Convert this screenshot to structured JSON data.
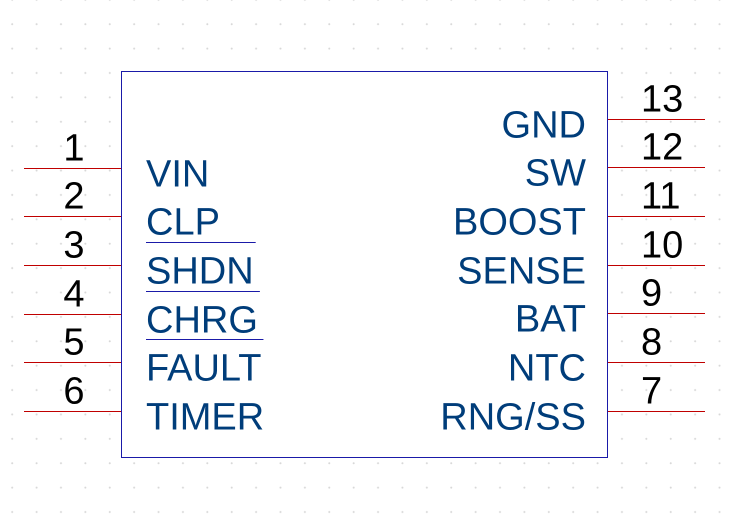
{
  "colors": {
    "body_border": "#1a1aa8",
    "body_fill": "#ffffff",
    "pin_line": "#c00000",
    "pin_label": "#003d7a",
    "pin_number": "#000000",
    "overbar": "#1a1aa8"
  },
  "left_pins": [
    {
      "number": "1",
      "label": "VIN",
      "active_low": false
    },
    {
      "number": "2",
      "label": "CLP",
      "active_low": false
    },
    {
      "number": "3",
      "label": "SHDN",
      "active_low": true
    },
    {
      "number": "4",
      "label": "CHRG",
      "active_low": true
    },
    {
      "number": "5",
      "label": "FAULT",
      "active_low": true
    },
    {
      "number": "6",
      "label": "TIMER",
      "active_low": false
    }
  ],
  "right_pins": [
    {
      "number": "13",
      "label": "GND",
      "active_low": false
    },
    {
      "number": "12",
      "label": "SW",
      "active_low": false
    },
    {
      "number": "11",
      "label": "BOOST",
      "active_low": false
    },
    {
      "number": "10",
      "label": "SENSE",
      "active_low": false
    },
    {
      "number": "9",
      "label": "BAT",
      "active_low": false
    },
    {
      "number": "8",
      "label": "NTC",
      "active_low": false
    },
    {
      "number": "7",
      "label": "RNG/SS",
      "active_low": false
    }
  ]
}
